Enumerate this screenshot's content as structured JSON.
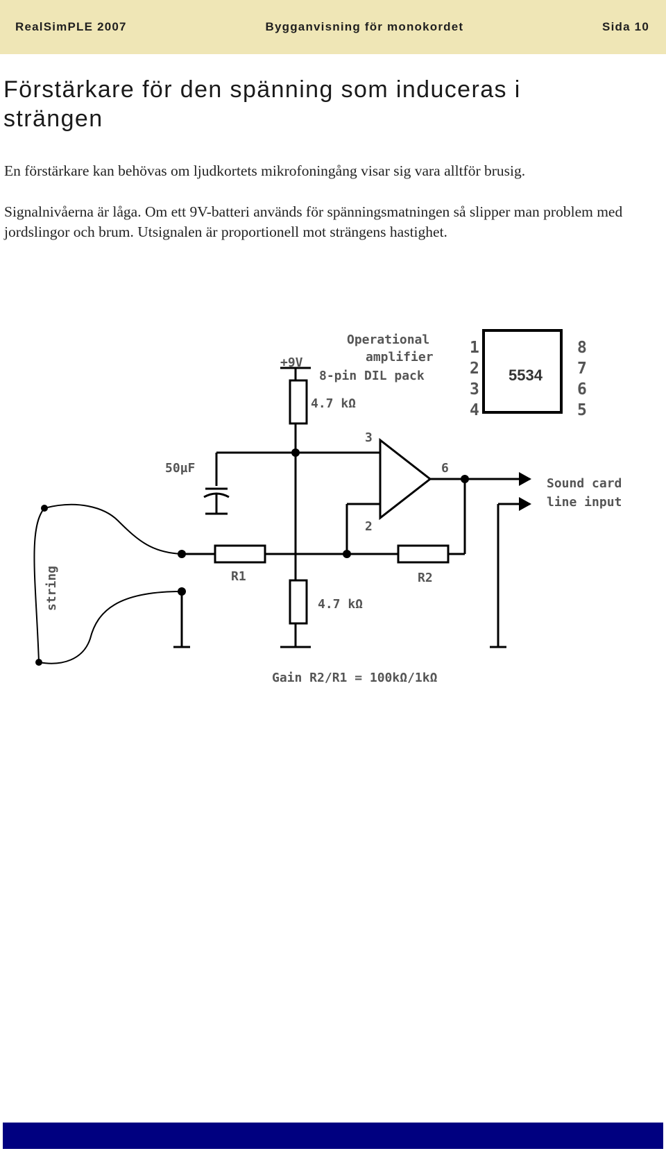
{
  "header": {
    "left": "RealSimPLE 2007",
    "center": "Bygganvisning för monokordet",
    "right": "Sida 10"
  },
  "title": "Förstärkare för den spänning som induceras i strängen",
  "paragraphs": [
    "En förstärkare kan behövas om ljudkortets mikrofoningång visar sig vara alltför brusig.",
    "Signalnivåerna är låga. Om ett 9V-batteri används för spänningsmatningen så slipper man problem med jordslingor och brum. Utsignalen är proportionell mot strängens hastighet."
  ],
  "schematic": {
    "supply_label": "+9V",
    "opamp_label_lines": [
      "Operational",
      "amplifier",
      "8-pin DIL pack"
    ],
    "chip_label": "5534",
    "pins_left": [
      "1",
      "2",
      "3",
      "4"
    ],
    "pins_right": [
      "8",
      "7",
      "6",
      "5"
    ],
    "pin_plus": "3",
    "pin_minus": "2",
    "pin_out": "6",
    "resistor_top": "4.7 kΩ",
    "resistor_bottom": "4.7 kΩ",
    "capacitor": "50µF",
    "r1": "R1",
    "r2": "R2",
    "string": "string",
    "output_lines": [
      "Sound card",
      "line input"
    ],
    "gain": "Gain R2/R1 = 100kΩ/1kΩ"
  },
  "colors": {
    "header_bg": "#efe6b6",
    "footer_bar": "#000080",
    "schematic_text": "#555555"
  }
}
